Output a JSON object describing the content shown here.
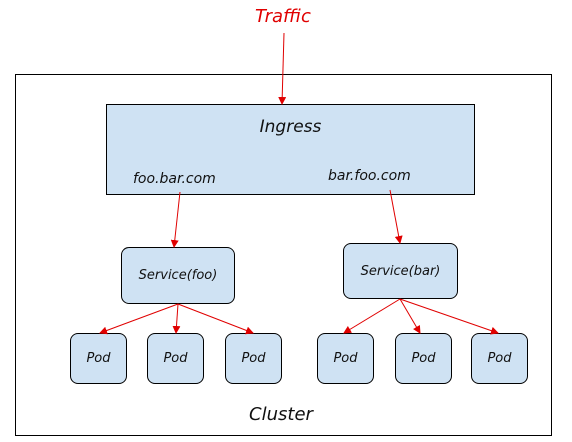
{
  "traffic_label": "Traffic",
  "cluster_label": "Cluster",
  "ingress": {
    "title": "Ingress",
    "host_left": "foo.bar.com",
    "host_right": "bar.foo.com"
  },
  "services": [
    {
      "label": "Service(foo)"
    },
    {
      "label": "Service(bar)"
    }
  ],
  "pods": [
    {
      "label": "Pod"
    },
    {
      "label": "Pod"
    },
    {
      "label": "Pod"
    },
    {
      "label": "Pod"
    },
    {
      "label": "Pod"
    },
    {
      "label": "Pod"
    }
  ],
  "colors": {
    "box_fill": "#cfe2f3",
    "arrow": "#e00000",
    "traffic_text": "#e00000"
  }
}
